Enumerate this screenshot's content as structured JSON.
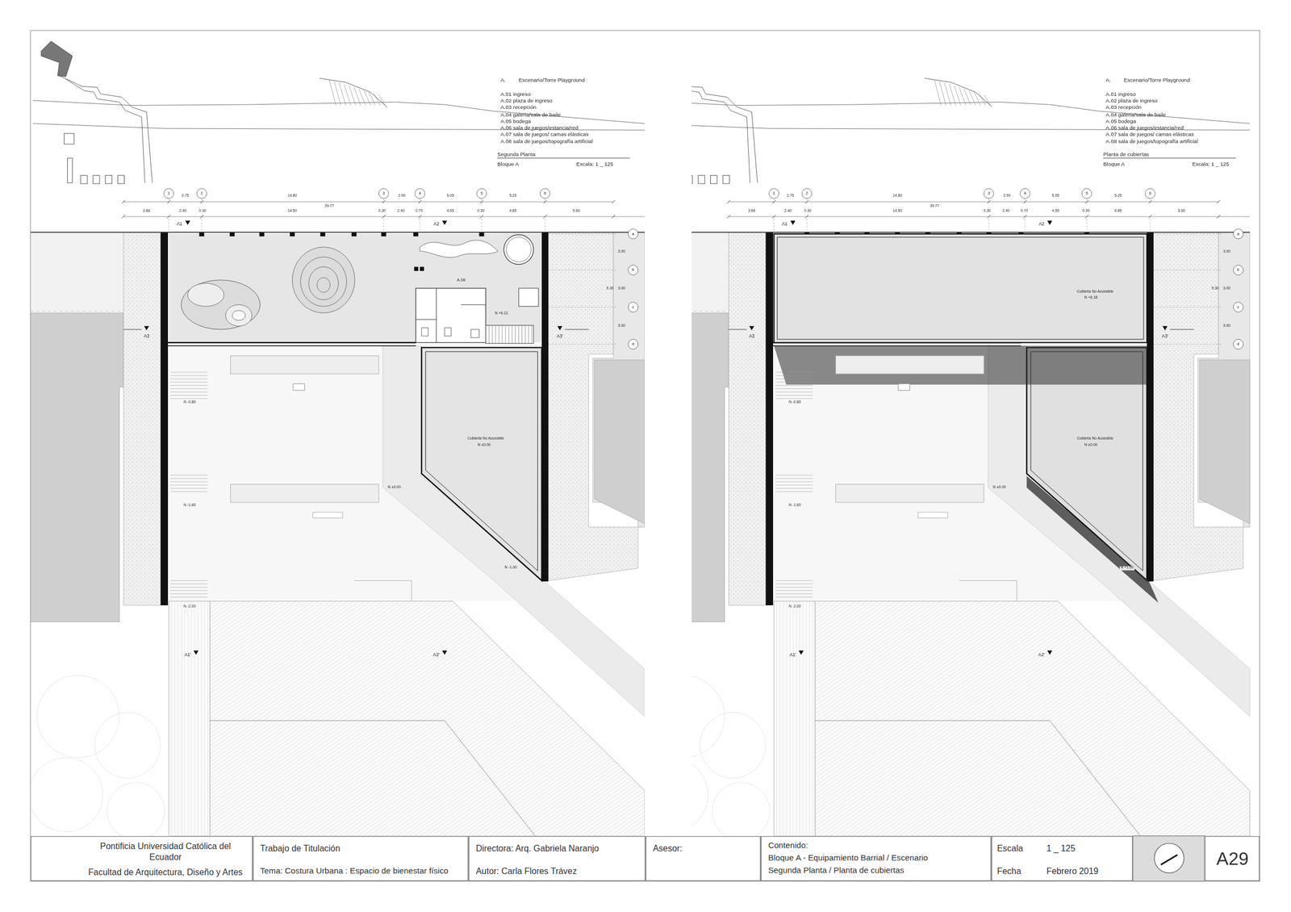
{
  "diagram": {
    "nodes": [
      {
        "text": [
          "Pontificia Universidad Católica del Ecuador",
          "Facultad de Arquitectura, Diseño y Artes"
        ]
      },
      {
        "text": [
          "Trabajo de Titulación",
          "Tema: Costura Urbana : Espacio de bienestar físico"
        ]
      },
      {
        "text": [
          "Directora: Arq. Gabriela Naranjo",
          "Autor: Carla Flores Trávez"
        ]
      },
      {
        "text": [
          "Asesor:"
        ]
      },
      {
        "text": [
          "Contenido:",
          "Bloque A - Equipamiento Barrial / Escenario",
          "Segunda Planta / Planta de cubiertas"
        ]
      },
      {
        "text": [
          "Escala",
          "1 _ 125",
          "Fecha",
          "Febrero 2019"
        ]
      },
      {
        "text": [
          "A29"
        ]
      }
    ],
    "labels": [
      "A.",
      "Escenario/Torre Playground",
      "A.01  ingreso",
      "A.02  plaza de ingreso",
      "A.03  recepción",
      "A.04  galeria/sala de baile",
      "A.05  bodega",
      "A.06  sala de juegos/estancia/red",
      "A.07  sala de juegos/ camas elásticas",
      "A.08  sala de juegos/topografía artificial",
      "Segunda Planta",
      "Bloque A",
      "Escala: 1 _ 125",
      "A.",
      "Escenario/Torre Playground",
      "A.01  ingreso",
      "A.02  plaza de ingreso",
      "A.03  recepción",
      "A.04  galeria/sala de baile",
      "A.05  bodega",
      "A.06  sala de juegos/estancia/red",
      "A.07  sala de juegos/ camas elásticas",
      "A.08  sala de juegos/topografía artificial",
      "Planta de cubiertas",
      "Bloque A",
      "Escala: 1 _ 125",
      "1",
      "2",
      "3",
      "4",
      "5",
      "6",
      "2.75",
      "14.80",
      "2.90",
      "5.05",
      "5.25",
      "39.77",
      "3.66",
      "2.40",
      "0.30",
      "14.50",
      "0.30",
      "2.40",
      "0.70",
      "4.55",
      "0.30",
      "4.85",
      "5.60",
      "a",
      "b",
      "c",
      "d",
      "3.00",
      "3.00",
      "3.00",
      "9.30",
      "1",
      "2",
      "3",
      "4",
      "5",
      "6",
      "2.75",
      "14.80",
      "2.90",
      "5.05",
      "5.25",
      "39.77",
      "3.66",
      "2.40",
      "0.30",
      "14.50",
      "0.30",
      "2.40",
      "0.70",
      "4.55",
      "0.30",
      "4.85",
      "5.60",
      "a",
      "b",
      "c",
      "d",
      "3.00",
      "3.00",
      "3.00",
      "9.30",
      "A1",
      "A2",
      "A3",
      "A3'",
      "A1'",
      "A2'",
      "A1",
      "A2",
      "A3",
      "A3'",
      "A1'",
      "A2'",
      "A.08",
      "N +6.12",
      "N -0.80",
      "N -1.60",
      "N ±0.00",
      "N -2.00",
      "N -1.00",
      "Cubierta No Accesible",
      "N ±0.00",
      "Cubierta No Accesible",
      "N +6.18",
      "Cubierta No Accesible",
      "N ±0.00",
      "N -0.80",
      "N -1.60",
      "N ±0.00",
      "N +1.60",
      "N -2.00"
    ]
  }
}
